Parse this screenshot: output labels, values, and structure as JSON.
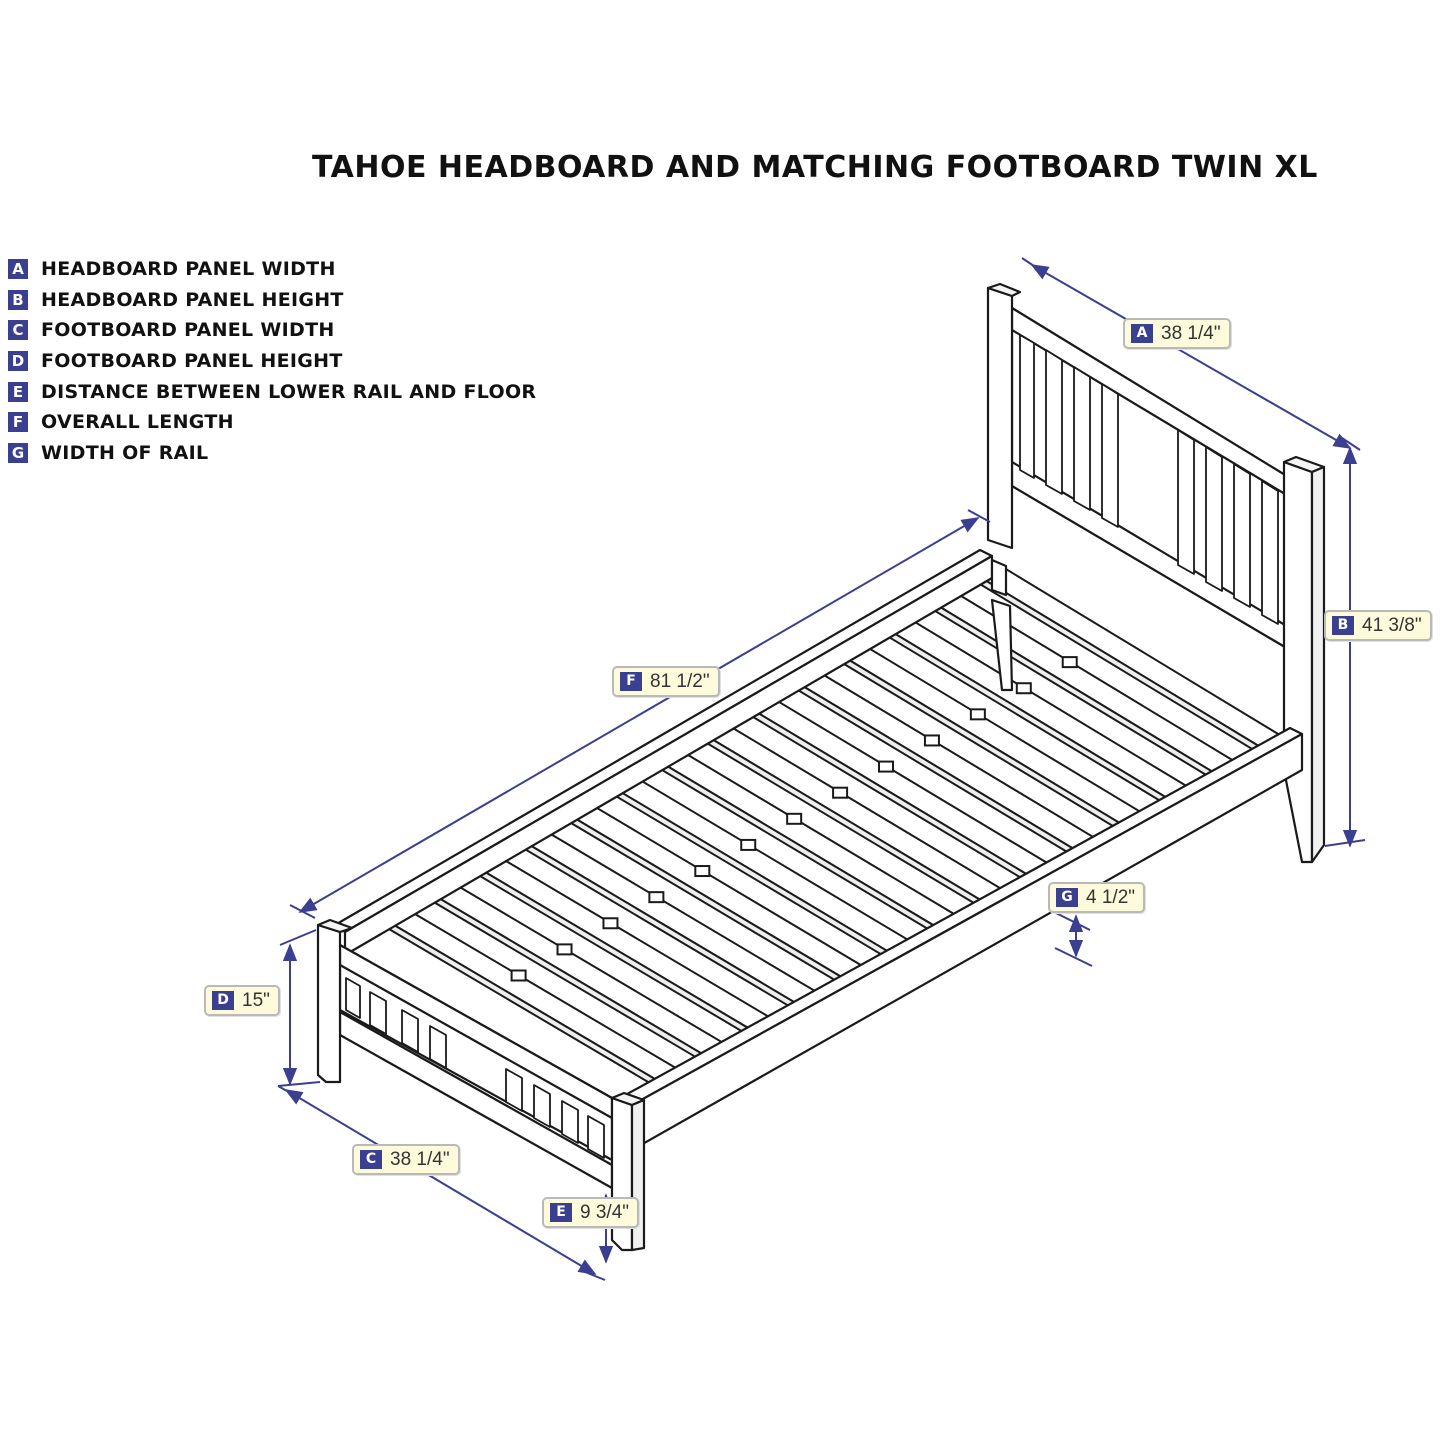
{
  "title": "TAHOE HEADBOARD AND MATCHING FOOTBOARD TWIN XL",
  "legend": [
    {
      "key": "A",
      "text": "HEADBOARD PANEL WIDTH"
    },
    {
      "key": "B",
      "text": "HEADBOARD PANEL HEIGHT"
    },
    {
      "key": "C",
      "text": "FOOTBOARD PANEL WIDTH"
    },
    {
      "key": "D",
      "text": "FOOTBOARD PANEL HEIGHT"
    },
    {
      "key": "E",
      "text": "DISTANCE BETWEEN LOWER RAIL AND FLOOR"
    },
    {
      "key": "F",
      "text": "OVERALL LENGTH"
    },
    {
      "key": "G",
      "text": "WIDTH OF RAIL"
    }
  ],
  "dimensions": {
    "A": {
      "key": "A",
      "value": "38 1/4\""
    },
    "B": {
      "key": "B",
      "value": "41 3/8\""
    },
    "C": {
      "key": "C",
      "value": "38 1/4\""
    },
    "D": {
      "key": "D",
      "value": "15\""
    },
    "E": {
      "key": "E",
      "value": "9 3/4\""
    },
    "F": {
      "key": "F",
      "value": "81 1/2\""
    },
    "G": {
      "key": "G",
      "value": "4 1/2\""
    }
  },
  "colors": {
    "badge": "#3a3f8f",
    "tag_fill": "#fdfbdc",
    "line": "#1a1a1a",
    "dim_line": "#3a3f8f"
  }
}
